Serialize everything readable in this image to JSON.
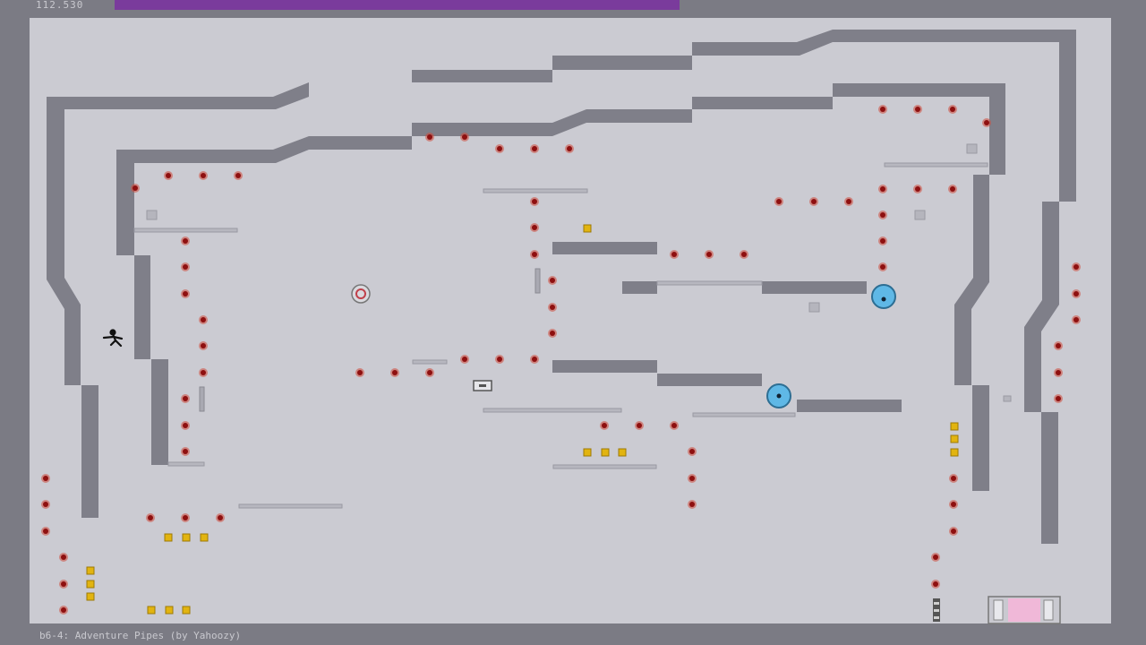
{
  "hud": {
    "timer": "112.530",
    "time_remaining_fraction": 0.549
  },
  "level": {
    "title": "b6-4: Adventure Pipes (by Yahoozy)"
  },
  "colors": {
    "background": "#7b7b84",
    "playfield": "#cbcbd2",
    "wall": "#7f7f89",
    "mine": "#8e1010",
    "gold": "#e2b410",
    "drone": "#5fb8e6",
    "time_bar": "#7a3b9c",
    "exit_door": "#f0b8d8"
  },
  "icons": {
    "player": "ninja-icon",
    "mine": "mine-icon",
    "gold": "gold-icon",
    "drone": "zap-drone-icon",
    "exit": "exit-door-icon",
    "exit_switch": "exit-switch-icon",
    "door": "door-icon",
    "launch_pad": "launch-pad-icon"
  }
}
